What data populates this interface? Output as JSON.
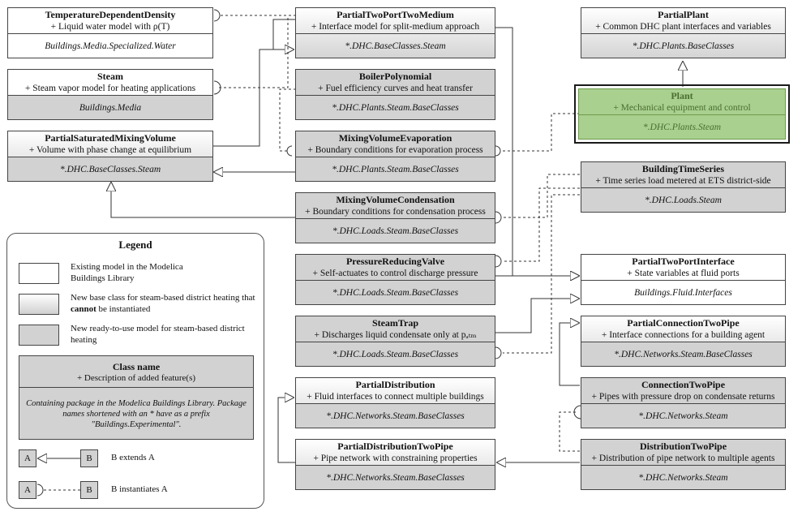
{
  "boxes": {
    "temp_density": {
      "name": "TemperatureDependentDensity",
      "desc": "+ Liquid water model with ρ(T)",
      "pkg": "Buildings.Media.Specialized.Water"
    },
    "partial_two_port_two_medium": {
      "name": "PartialTwoPortTwoMedium",
      "desc": "+ Interface model for split-medium approach",
      "pkg": "*.DHC.BaseClasses.Steam"
    },
    "partial_plant": {
      "name": "PartialPlant",
      "desc": "+ Common DHC plant interfaces and variables",
      "pkg": "*.DHC.Plants.BaseClasses"
    },
    "steam": {
      "name": "Steam",
      "desc": "+ Steam vapor model for heating applications",
      "pkg": "Buildings.Media"
    },
    "boiler_polynomial": {
      "name": "BoilerPolynomial",
      "desc": "+ Fuel efficiency curves and heat transfer",
      "pkg": "*.DHC.Plants.Steam.BaseClasses"
    },
    "plant": {
      "name": "Plant",
      "desc": "+ Mechanical equipment and control",
      "pkg": "*.DHC.Plants.Steam"
    },
    "partial_saturated": {
      "name": "PartialSaturatedMixingVolume",
      "desc": "+ Volume with phase change at equilibrium",
      "pkg": "*.DHC.BaseClasses.Steam"
    },
    "mixing_evap": {
      "name": "MixingVolumeEvaporation",
      "desc": "+ Boundary conditions for evaporation process",
      "pkg": "*.DHC.Plants.Steam.BaseClasses"
    },
    "building_ts": {
      "name": "BuildingTimeSeries",
      "desc": "+ Time series load metered at ETS district-side",
      "pkg": "*.DHC.Loads.Steam"
    },
    "mixing_cond": {
      "name": "MixingVolumeCondensation",
      "desc": "+ Boundary conditions for condensation process",
      "pkg": "*.DHC.Loads.Steam.BaseClasses"
    },
    "prv": {
      "name": "PressureReducingValve",
      "desc": "+ Self-actuates to control discharge pressure",
      "pkg": "*.DHC.Loads.Steam.BaseClasses"
    },
    "partial_two_port_interface": {
      "name": "PartialTwoPortInterface",
      "desc": "+ State variables at fluid ports",
      "pkg": "Buildings.Fluid.Interfaces"
    },
    "steam_trap": {
      "name": "SteamTrap",
      "desc": "+ Discharges liquid condensate only at pₐₜₘ",
      "pkg": "*.DHC.Loads.Steam.BaseClasses"
    },
    "partial_connection_two_pipe": {
      "name": "PartialConnectionTwoPipe",
      "desc": "+ Interface connections for a building agent",
      "pkg": "*.DHC.Networks.Steam.BaseClasses"
    },
    "partial_distribution": {
      "name": "PartialDistribution",
      "desc": "+ Fluid interfaces to connect multiple buildings",
      "pkg": "*.DHC.Networks.Steam.BaseClasses"
    },
    "connection_two_pipe": {
      "name": "ConnectionTwoPipe",
      "desc": "+ Pipes with pressure drop on condensate returns",
      "pkg": "*.DHC.Networks.Steam"
    },
    "partial_distribution_two_pipe": {
      "name": "PartialDistributionTwoPipe",
      "desc": "+ Pipe network with constraining properties",
      "pkg": "*.DHC.Networks.Steam.BaseClasses"
    },
    "distribution_two_pipe": {
      "name": "DistributionTwoPipe",
      "desc": "+ Distribution of pipe network to multiple agents",
      "pkg": "*.DHC.Networks.Steam"
    }
  },
  "legend": {
    "title": "Legend",
    "existing_line1": "Existing model in the Modelica",
    "existing_line2": "Buildings Library",
    "base_pre": "New base class for steam-based district heating that ",
    "base_bold": "cannot",
    "base_post": " be instantiated",
    "ready": "New ready-to-use model for steam-based district heating",
    "class_name": "Class name",
    "class_desc": "+ Description of added feature(s)",
    "class_pkg": "Containing package in the Modelica Buildings Library. Package names shortened with an * have as a prefix \"Buildings.Experimental\".",
    "letter_a": "A",
    "letter_b": "B",
    "extends_label": "B extends A",
    "instantiates_label": "B instantiates A"
  },
  "colors": {
    "existing_fill": "#ffffff",
    "ready_fill": "#d2d2d2",
    "highlight_fill": "#a9d08e",
    "highlight_text": "#4a6d31",
    "line": "#333333"
  }
}
